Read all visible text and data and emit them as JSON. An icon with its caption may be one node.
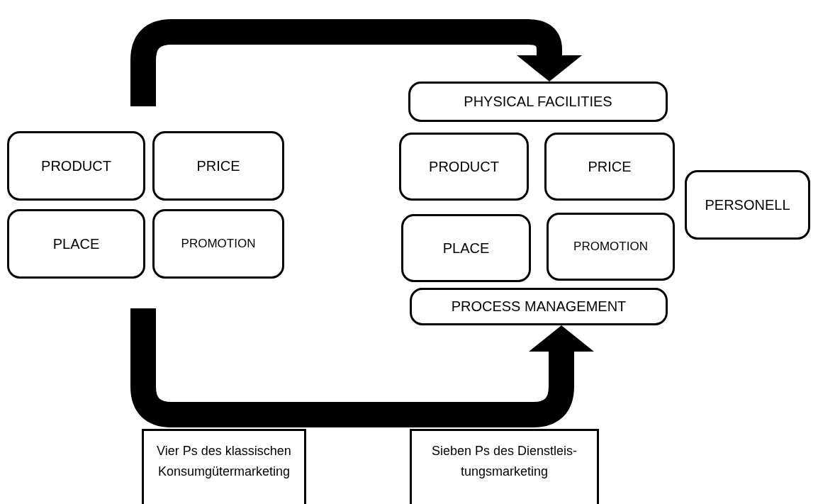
{
  "diagram": {
    "nodes": [
      {
        "text": [
          "PRODUCT"
        ]
      },
      {
        "text": [
          "PRICE"
        ]
      },
      {
        "text": [
          "PLACE"
        ]
      },
      {
        "text": [
          "PROMOTION"
        ]
      },
      {
        "text": [
          "PHYSICAL FACILITIES"
        ]
      },
      {
        "text": [
          "PRODUCT"
        ]
      },
      {
        "text": [
          "PRICE"
        ]
      },
      {
        "text": [
          "PERSONELL"
        ]
      },
      {
        "text": [
          "PLACE"
        ]
      },
      {
        "text": [
          "PROMOTION"
        ]
      },
      {
        "text": [
          "PROCESS MANAGEMENT"
        ]
      },
      {
        "text": [
          "Vier Ps des klassischen Konsumgütermarketing"
        ]
      },
      {
        "text": [
          "Sieben Ps des Dienstleis- tungsmarketing"
        ]
      }
    ],
    "edges": [
      {
        "from": null,
        "to": 4,
        "arrow": "to"
      },
      {
        "from": null,
        "to": 10,
        "arrow": "to"
      }
    ]
  }
}
